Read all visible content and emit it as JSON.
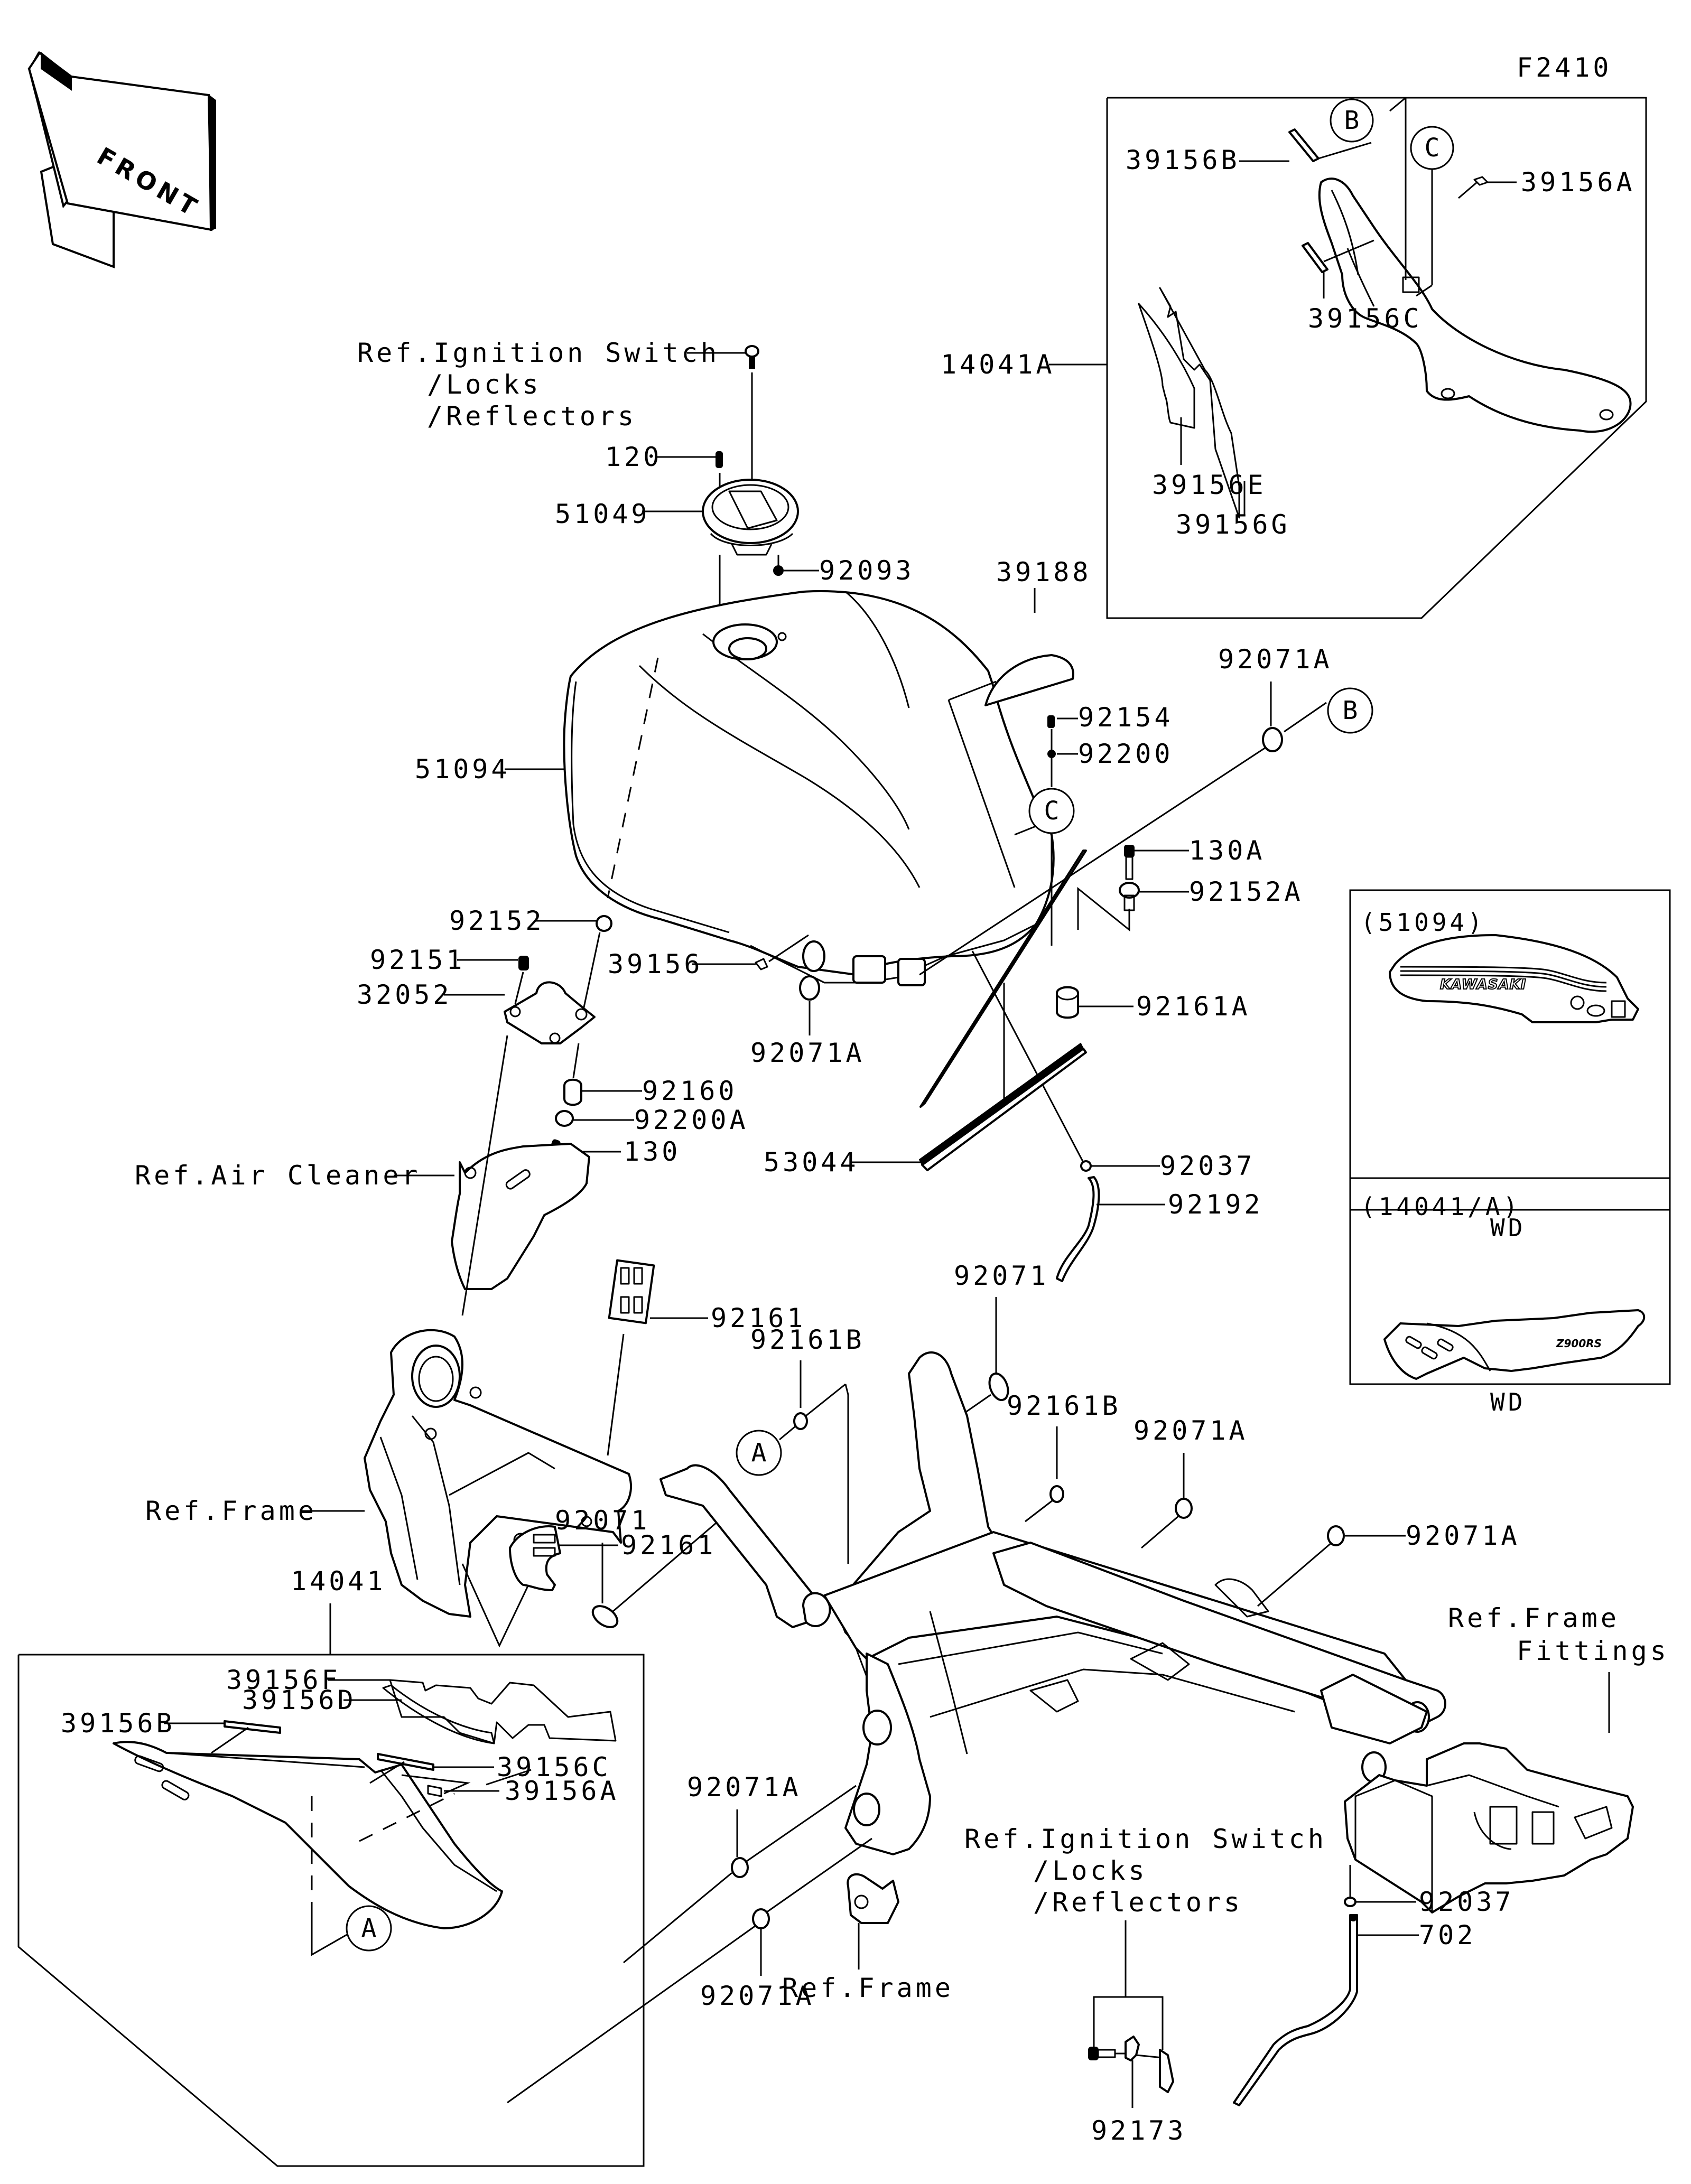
{
  "figure_id": "F2410",
  "front_indicator": "FRONT",
  "callouts": {
    "A": "A",
    "B": "B",
    "C": "C"
  },
  "labels": {
    "ref_ignition_top_1": "Ref.Ignition Switch",
    "ref_ignition_top_2": "/Locks",
    "ref_ignition_top_3": "/Reflectors",
    "p120": "120",
    "p51049": "51049",
    "p92093": "92093",
    "p39188": "39188",
    "p51094": "51094",
    "p92154": "92154",
    "p92200": "92200",
    "p92071A_top": "92071A",
    "p130A": "130A",
    "p92152A": "92152A",
    "p92161A": "92161A",
    "p92152": "92152",
    "p92151": "92151",
    "p32052": "32052",
    "p39156": "39156",
    "p92160": "92160",
    "p92200A": "92200A",
    "p130": "130",
    "p92071A_tank": "92071A",
    "p92037_tank": "92037",
    "p53044": "53044",
    "p92192": "92192",
    "ref_air_cleaner": "Ref.Air Cleaner",
    "p92161_upper": "92161",
    "ref_frame_left": "Ref.Frame",
    "p92161_lower": "92161",
    "p92071_right": "92071",
    "p92161B_left": "92161B",
    "p92161B_right": "92161B",
    "p92071A_mid": "92071A",
    "p92071A_far": "92071A",
    "p92071_left": "92071",
    "p14041": "14041",
    "p92071A_lower1": "92071A",
    "p92071A_lower2": "92071A",
    "ref_frame_fittings_1": "Ref.Frame",
    "ref_frame_fittings_2": "Fittings",
    "ref_ignition_bot_1": "Ref.Ignition Switch",
    "ref_ignition_bot_2": "/Locks",
    "ref_ignition_bot_3": "/Reflectors",
    "ref_frame_bottom": "Ref.Frame",
    "p92173": "92173",
    "p92037_bot": "92037",
    "p702": "702"
  },
  "inset_14041A": {
    "title_label": "14041A",
    "labels": {
      "p39156B": "39156B",
      "p39156A": "39156A",
      "p39156C": "39156C",
      "p39156E": "39156E",
      "p39156G": "39156G"
    }
  },
  "inset_14041": {
    "labels": {
      "p39156F": "39156F",
      "p39156D": "39156D",
      "p39156B": "39156B",
      "p39156C": "39156C",
      "p39156A": "39156A"
    }
  },
  "variant_boxes": [
    {
      "title": "(51094)",
      "caption": "WD",
      "logo_text": "KAWASAKI"
    },
    {
      "title": "(14041/A)",
      "caption": "WD",
      "logo_text": "Z900RS"
    }
  ]
}
